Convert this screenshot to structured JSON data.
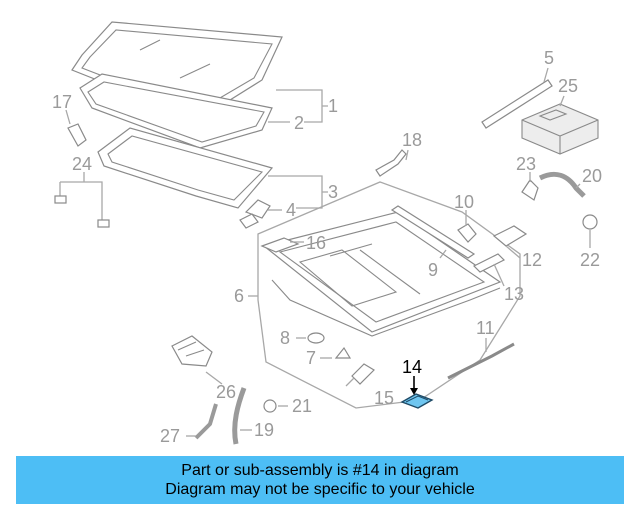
{
  "diagram": {
    "highlighted_part": "14",
    "highlight_color": "#6fc6f0",
    "callouts": [
      "1",
      "2",
      "3",
      "4",
      "5",
      "6",
      "7",
      "8",
      "9",
      "10",
      "11",
      "12",
      "13",
      "14",
      "15",
      "16",
      "17",
      "18",
      "19",
      "20",
      "21",
      "22",
      "23",
      "24",
      "25",
      "26",
      "27"
    ]
  },
  "banner": {
    "line1": "Part or sub-assembly is #14 in diagram",
    "line2": "Diagram may not be specific to your vehicle",
    "background": "#4dbef5"
  }
}
